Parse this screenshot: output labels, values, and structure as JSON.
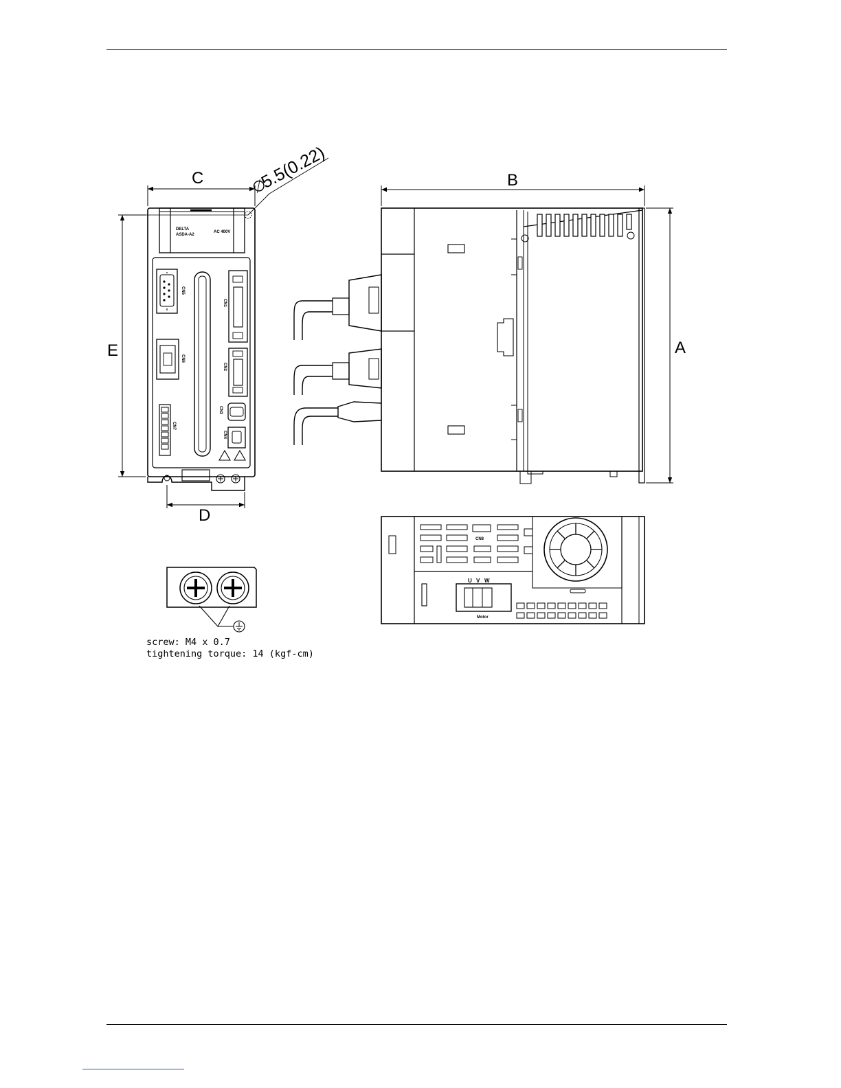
{
  "dimension_labels": {
    "a": "A",
    "b": "B",
    "c": "C",
    "d": "D",
    "e": "E",
    "hole": "5.5(0.22)",
    "hole_symbol": "∅"
  },
  "front_view": {
    "brand": "DELTA",
    "brand_sub": "ASDA-A2",
    "voltage": "AC 400V",
    "connectors": [
      "CN5",
      "CN6",
      "CN7",
      "CN1",
      "CN2",
      "CN3",
      "CN4"
    ]
  },
  "bottom_view": {
    "cn8": "CN8",
    "phases": [
      "U",
      "V",
      "W"
    ],
    "motor": "Motor"
  },
  "detail": {
    "screw_note": "screw: M4 x 0.7",
    "torque_note": "tightening torque: 14 (kgf-cm)"
  }
}
